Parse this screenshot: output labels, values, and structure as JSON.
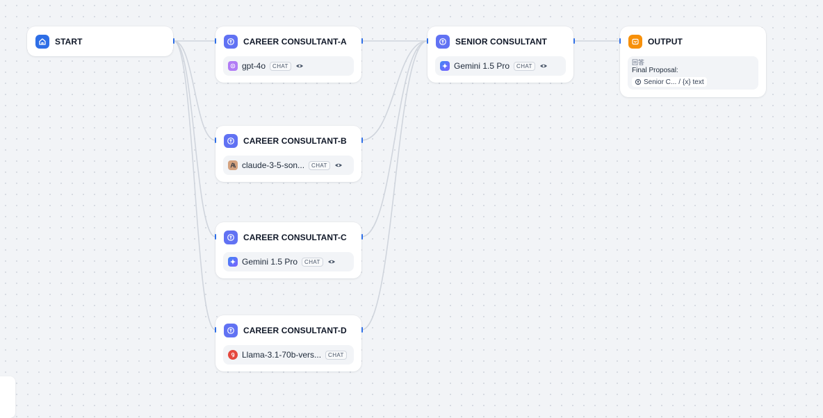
{
  "nodes": {
    "start": {
      "title": "START"
    },
    "a": {
      "title": "CAREER CONSULTANT-A",
      "model": "gpt-4o",
      "badge": "CHAT"
    },
    "b": {
      "title": "CAREER CONSULTANT-B",
      "model": "claude-3-5-son...",
      "badge": "CHAT"
    },
    "c": {
      "title": "CAREER CONSULTANT-C",
      "model": "Gemini 1.5 Pro",
      "badge": "CHAT"
    },
    "d": {
      "title": "CAREER CONSULTANT-D",
      "model": "Llama-3.1-70b-vers...",
      "badge": "CHAT"
    },
    "senior": {
      "title": "SENIOR CONSULTANT",
      "model": "Gemini 1.5 Pro",
      "badge": "CHAT"
    },
    "output": {
      "title": "OUTPUT",
      "label": "回答",
      "text": "Final Proposal:",
      "var_source": "Senior C...",
      "var_sep": "/",
      "var_name": "{x} text"
    }
  },
  "icons": {
    "start": "home-icon",
    "llm": "brain-icon",
    "output": "output-icon",
    "openai": "openai-icon",
    "anthropic": "anthropic-icon",
    "gemini": "gemini-icon",
    "llama": "llama-icon"
  },
  "colors": {
    "accent": "#2e6ee6",
    "llm_icon": "#6172f3",
    "output_icon": "#f79009",
    "edge": "#d0d5dd"
  }
}
